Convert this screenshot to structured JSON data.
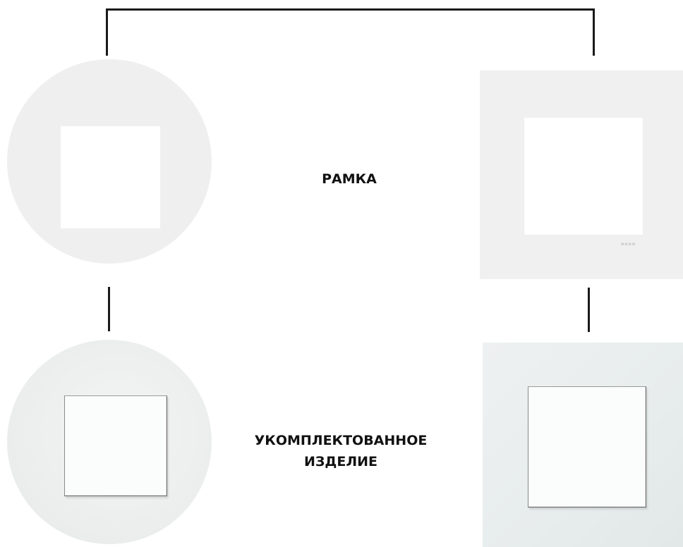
{
  "labels": {
    "frame": "РАМКА",
    "assembled_line1": "УКОМПЛЕКТОВАННОЕ",
    "assembled_line2": "ИЗДЕЛИЕ"
  },
  "colors": {
    "connector": "#1a1a1a",
    "frame_surface": "#efefef",
    "aperture": "#ffffff",
    "label_text": "#111111"
  }
}
